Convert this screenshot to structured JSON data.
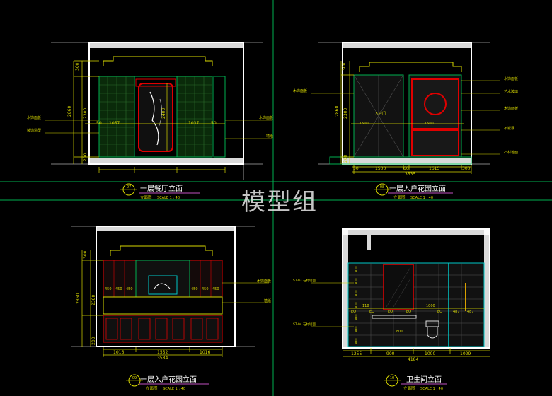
{
  "watermark": "模型组",
  "colors": {
    "background": "#000000",
    "wall": "#ffffff",
    "dimension": "#d8d800",
    "frame_green": "#00b050",
    "accent_red": "#e00000",
    "cyan": "#00c8c8",
    "title_magenta": "#c050c0"
  },
  "panels": [
    {
      "id": "p07",
      "number": "07",
      "title": "一层餐厅立面",
      "subtitle": "立面图",
      "scale": "SCALE 1 : 40",
      "dims_bottom": [
        "50",
        "1057",
        "1037",
        "50"
      ],
      "dims_left": [
        "300",
        "2300",
        "200",
        "2860"
      ],
      "dims_inner": [
        "2400"
      ],
      "labels_left": [
        "木饰面板",
        "装饰造型"
      ],
      "labels_right": [
        "木饰面板",
        "墙纸"
      ]
    },
    {
      "id": "p08",
      "number": "08",
      "title": "一层入户花园立面",
      "subtitle": "立面图",
      "scale": "SCALE 1 : 40",
      "dims_bottom": [
        "50",
        "1500",
        "60",
        "1615",
        "300"
      ],
      "dims_total": "3535",
      "dims_left": [
        "300",
        "2300",
        "200",
        "2860"
      ],
      "dims_inner": [
        "1500",
        "1500"
      ],
      "door_label": "入户门",
      "labels_left": [
        "木饰面板"
      ],
      "labels_right": [
        "木饰面板",
        "艺术玻璃",
        "木饰面板",
        "不锈钢",
        "石材地面"
      ]
    },
    {
      "id": "p09",
      "number": "09",
      "title": "一层入户花园立面",
      "subtitle": "立面图",
      "scale": "SCALE 1 : 40",
      "dims_bottom": [
        "1016",
        "1552",
        "1016"
      ],
      "dims_total": "3584",
      "dims_left": [
        "300",
        "2300",
        "200",
        "2860"
      ],
      "row_values_left": [
        "450",
        "450",
        "450"
      ],
      "row_values_right": [
        "450",
        "450",
        "450"
      ],
      "labels_right": [
        "木饰面板",
        "墙纸"
      ]
    },
    {
      "id": "p10",
      "number": "10",
      "title": "卫生间立面",
      "subtitle": "立面图",
      "scale": "SCALE 1 : 40",
      "dims_bottom": [
        "1255",
        "900",
        "1000",
        "1029"
      ],
      "dims_total": "4184",
      "tile_rows": [
        "300",
        "300",
        "300",
        "300",
        "300",
        "300",
        "300"
      ],
      "eq_labels": [
        "EQ",
        "EQ",
        "EQ",
        "EQ",
        "EQ"
      ],
      "inner_dims": [
        "118",
        "1000",
        "487",
        "487",
        "800"
      ],
      "labels_left": [
        "ST-03 石材墙面",
        "ST-04 石材墙面"
      ]
    }
  ]
}
